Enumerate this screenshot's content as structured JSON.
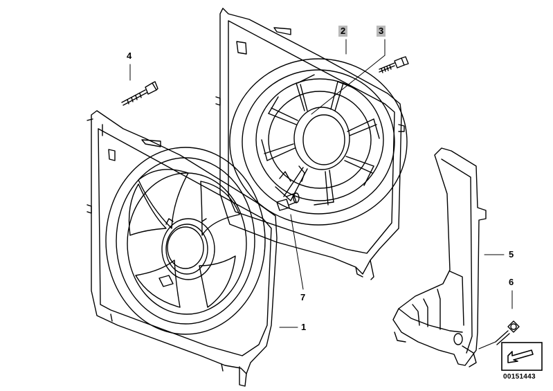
{
  "callouts": {
    "c1": "1",
    "c2": "2",
    "c3": "3",
    "c4": "4",
    "c5": "5",
    "c6": "6",
    "c7": "7"
  },
  "highlighted_callouts": [
    "2",
    "3"
  ],
  "diagram_code": "00151443",
  "colors": {
    "line": "#000000",
    "highlight": "#b9b9b9",
    "background": "#ffffff"
  },
  "icons": {
    "reference": "arrow-icon"
  }
}
